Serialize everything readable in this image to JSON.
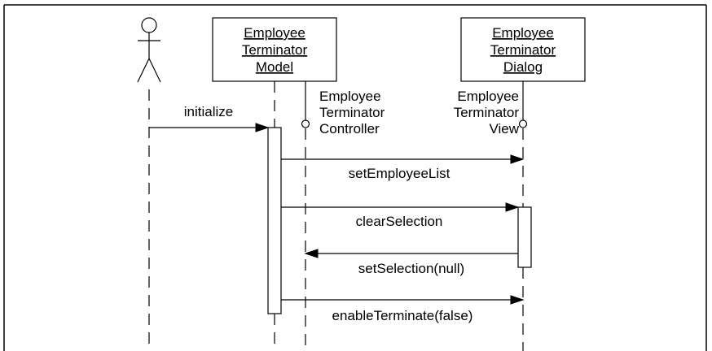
{
  "diagram": {
    "objects": {
      "model": {
        "lines": [
          "Employee",
          "Terminator",
          "Model"
        ]
      },
      "dialog": {
        "lines": [
          "Employee",
          "Terminator",
          "Dialog"
        ]
      }
    },
    "interfaces": {
      "controller": {
        "lines": [
          "Employee",
          "Terminator",
          "Controller"
        ]
      },
      "view": {
        "lines": [
          "Employee",
          "Terminator",
          "View"
        ]
      }
    },
    "messages": [
      {
        "label": "initialize"
      },
      {
        "label": "setEmployeeList"
      },
      {
        "label": "clearSelection"
      },
      {
        "label": "setSelection(null)"
      },
      {
        "label": "enableTerminate(false)"
      }
    ]
  }
}
